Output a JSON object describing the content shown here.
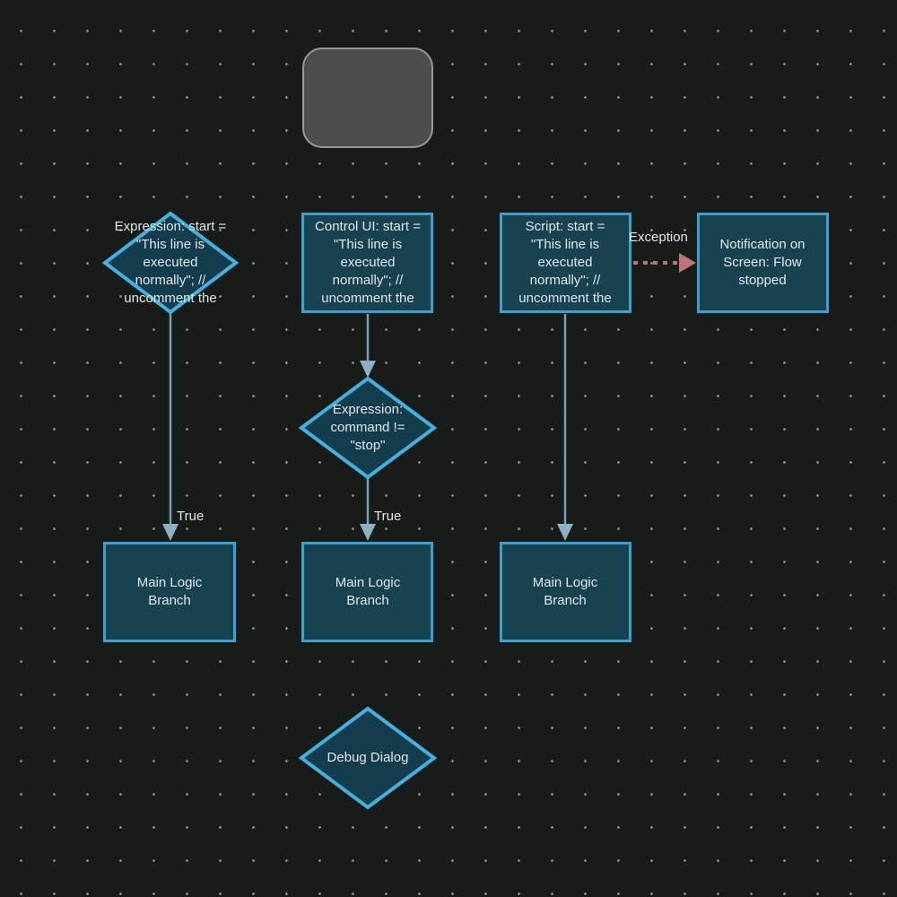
{
  "colors": {
    "background": "#171c18",
    "dot_color": "#98a298",
    "node_fill": "#174350",
    "node_border": "#3ba0d2",
    "diamond_fill": "#133d4c",
    "diamond_border": "#42b1e0",
    "gray_fill": "#4d4d4d",
    "gray_border": "#989898",
    "edge": "#7c9cb2",
    "arrowhead": "#8db0c4",
    "exception_edge": "#bd7474",
    "text": "#e2e6e8"
  },
  "nodes": {
    "start_block": {
      "label": ""
    },
    "expression_start": {
      "label": "Expression: start =\n\"This line is\nexecuted\nnormally\"; //\nuncomment the"
    },
    "control_ui": {
      "label": "Control UI: start =\n\"This line is\nexecuted\nnormally\"; //\nuncomment the"
    },
    "script": {
      "label": "Script: start =\n\"This line is\nexecuted\nnormally\"; //\nuncomment the"
    },
    "notification": {
      "label": "Notification on\nScreen: Flow\nstopped"
    },
    "expression_command": {
      "label": "Expression:\ncommand !=\n\"stop\""
    },
    "main_logic_1": {
      "label": "Main Logic\nBranch"
    },
    "main_logic_2": {
      "label": "Main Logic\nBranch"
    },
    "main_logic_3": {
      "label": "Main Logic\nBranch"
    },
    "debug_dialog": {
      "label": "Debug Dialog"
    }
  },
  "edges": {
    "true_label_1": "True",
    "true_label_2": "True",
    "exception_label": "Exception"
  }
}
